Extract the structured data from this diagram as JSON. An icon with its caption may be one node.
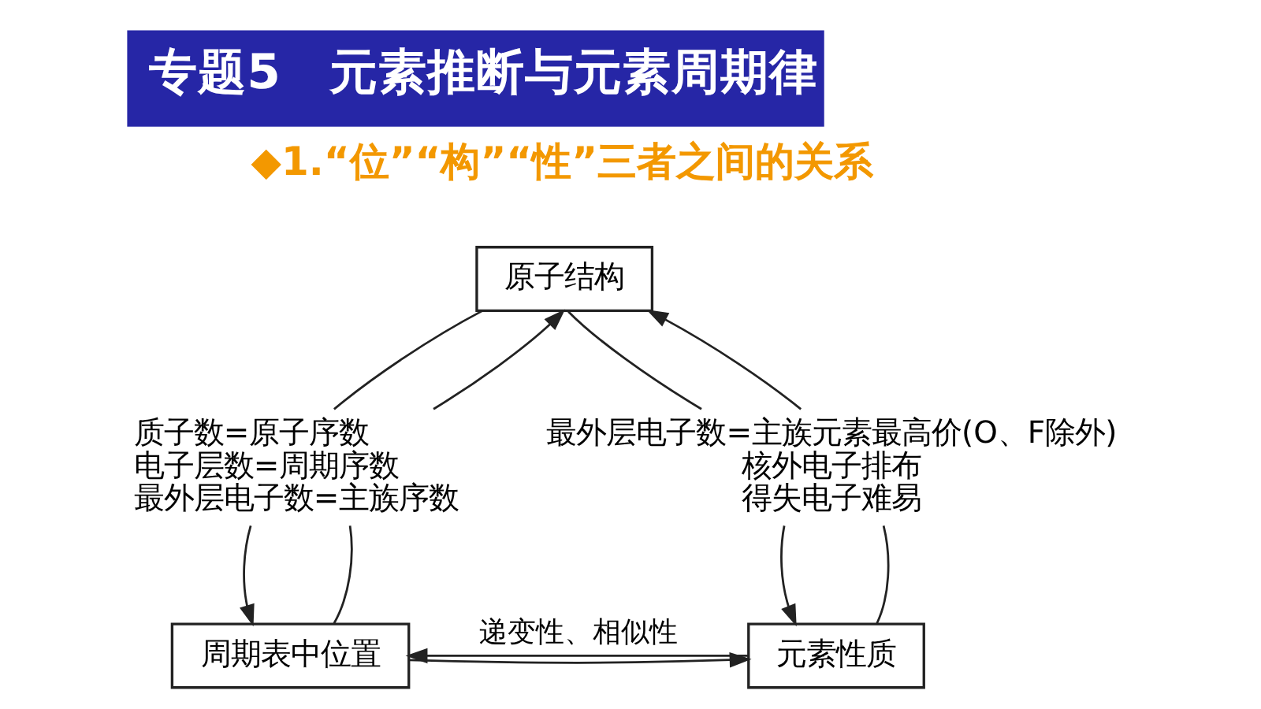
{
  "diagram": {
    "title": "专题5　元素推断与元素周期律",
    "nodes": [
      {
        "text": [
          "原子结构"
        ]
      },
      {
        "text": [
          "质子数=原子序数",
          "电子层数=周期序数",
          "最外层电子数=主族序数"
        ]
      },
      {
        "text": [
          "最外层电子数=主族元素最高价(O、F除外)",
          "核外电子排布",
          "得失电子难易"
        ]
      },
      {
        "text": [
          "周期表中位置"
        ]
      },
      {
        "text": [
          "元素性质"
        ]
      }
    ],
    "edges": [
      {
        "from": 0,
        "to": 1,
        "arrow": "none"
      },
      {
        "from": 1,
        "to": 3,
        "arrow": "to"
      },
      {
        "from": 3,
        "to": 1,
        "arrow": "none"
      },
      {
        "from": 1,
        "to": 0,
        "arrow": "to"
      },
      {
        "from": 0,
        "to": 2,
        "arrow": "none"
      },
      {
        "from": 2,
        "to": 4,
        "arrow": "to"
      },
      {
        "from": 4,
        "to": 2,
        "arrow": "none"
      },
      {
        "from": 2,
        "to": 0,
        "arrow": "to"
      },
      {
        "from": 3,
        "to": 4,
        "arrow": "to"
      },
      {
        "from": 4,
        "to": 3,
        "arrow": "to",
        "label": "递变性、相似性"
      }
    ],
    "labels": [
      "◆1.“位”“构”“性”三者之间的关系"
    ]
  }
}
